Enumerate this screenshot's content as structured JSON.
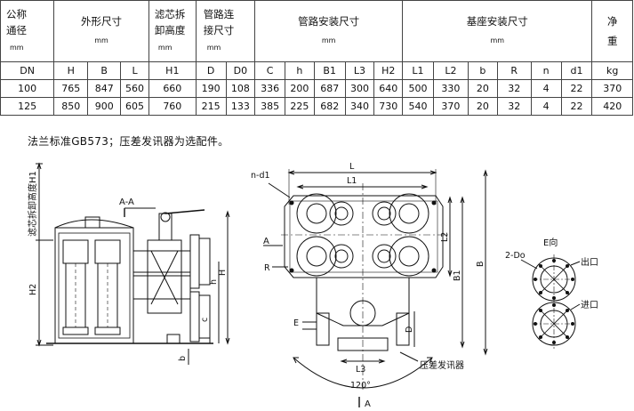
{
  "table": {
    "headers": {
      "dn": [
        "公称",
        "通径"
      ],
      "dn_unit": "mm",
      "outer": "外形尺寸",
      "outer_unit": "mm",
      "filter": [
        "滤芯拆",
        "卸高度"
      ],
      "filter_unit": "mm",
      "pipe_conn": [
        "管路连",
        "接尺寸"
      ],
      "pipe_conn_unit": "mm",
      "pipe_install": "管路安装尺寸",
      "pipe_install_unit": "mm",
      "base": "基座安装尺寸",
      "base_unit": "mm",
      "net": [
        "净",
        "重"
      ]
    },
    "columns": [
      "DN",
      "H",
      "B",
      "L",
      "H1",
      "D",
      "D0",
      "C",
      "h",
      "B1",
      "L3",
      "H2",
      "L1",
      "L2",
      "b",
      "R",
      "n",
      "d1",
      "kg"
    ],
    "rows": [
      [
        "100",
        "765",
        "847",
        "560",
        "660",
        "190",
        "108",
        "336",
        "200",
        "687",
        "300",
        "640",
        "500",
        "330",
        "20",
        "32",
        "4",
        "22",
        "370"
      ],
      [
        "125",
        "850",
        "900",
        "605",
        "760",
        "215",
        "133",
        "385",
        "225",
        "682",
        "340",
        "730",
        "540",
        "370",
        "20",
        "32",
        "4",
        "22",
        "420"
      ]
    ]
  },
  "note": "法兰标准GB573；压差发讯器为选配件。",
  "drawing": {
    "left": {
      "vertical_label": "滤芯拆卸高度H1",
      "h2": "H2",
      "section": "A-A",
      "h": "h",
      "H": "H",
      "c": "c",
      "b": "b"
    },
    "center": {
      "n_d1": "n-d1",
      "L": "L",
      "L1": "L1",
      "L2": "L2",
      "B1": "B1",
      "B": "B",
      "A": "A",
      "R": "R",
      "E": "E",
      "D": "D",
      "L3": "L3",
      "angle": "120°",
      "sensor": "压差发讯器",
      "A_bottom": "A"
    },
    "right": {
      "view": "E向",
      "ports": "2-Do",
      "outlet": "出口",
      "inlet": "进口"
    }
  }
}
